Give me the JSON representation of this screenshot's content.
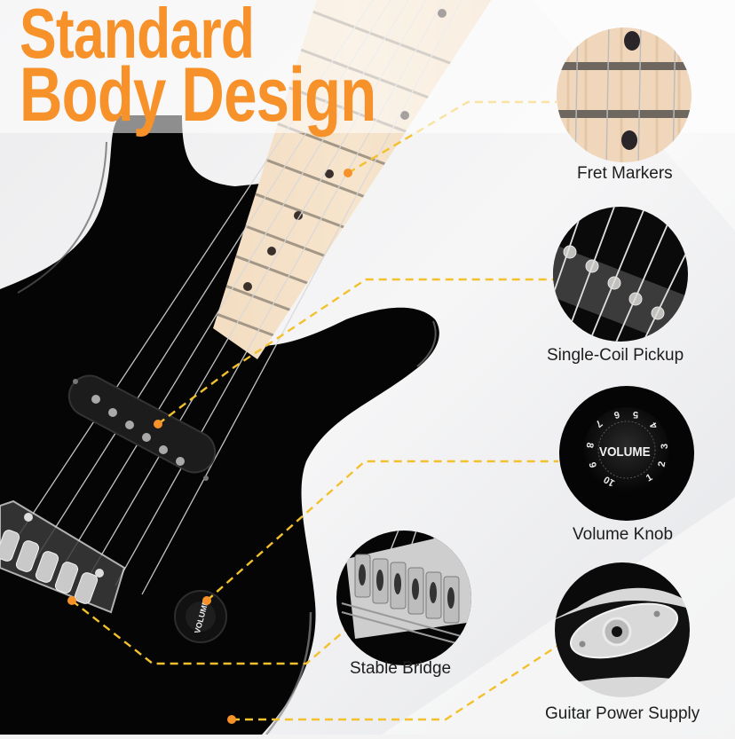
{
  "headline": {
    "line1": "Standard",
    "line2": "Body Design"
  },
  "callouts": [
    {
      "id": "fret-markers",
      "label": "Fret Markers",
      "inset": "fretboard-closeup"
    },
    {
      "id": "single-coil-pickup",
      "label": "Single-Coil Pickup",
      "inset": "pickup-closeup"
    },
    {
      "id": "volume-knob",
      "label": "Volume Knob",
      "inset": "knob-closeup"
    },
    {
      "id": "stable-bridge",
      "label": "Stable Bridge",
      "inset": "bridge-closeup"
    },
    {
      "id": "guitar-power-supply",
      "label": "Guitar Power Supply",
      "inset": "jack-closeup"
    }
  ],
  "knob": {
    "text": "VOLUME",
    "numbers": [
      "10",
      "1",
      "2",
      "3",
      "4",
      "5",
      "6",
      "7",
      "8",
      "9"
    ]
  },
  "colors": {
    "accent_orange": "#f7922b",
    "callout_line": "#f3c12d",
    "guitar_body": "#050505",
    "maple": "#efd9bc",
    "background": "#f3f3f4"
  }
}
